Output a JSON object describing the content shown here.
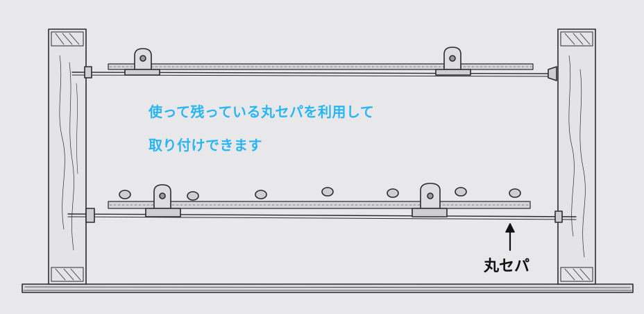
{
  "annotation": {
    "lines": [
      "使って残っている丸セパを利用して",
      "取り付けできます"
    ]
  },
  "callout": {
    "label": "丸セパ"
  },
  "colors": {
    "annotation_text": "#29b6f0",
    "pencil": "#2a2a2a",
    "paper": "#e8e8ea"
  }
}
